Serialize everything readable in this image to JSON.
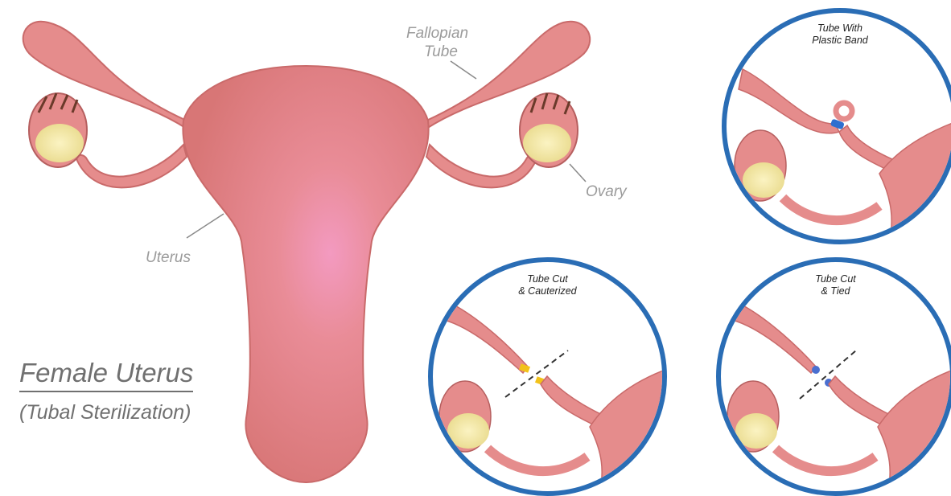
{
  "labels": {
    "fallopian_line1": "Fallopian",
    "fallopian_line2": "Tube",
    "ovary": "Ovary",
    "uterus": "Uterus"
  },
  "title": "Female Uterus",
  "subtitle": "(Tubal Sterilization)",
  "insets": [
    {
      "line1": "Tube With",
      "line2": "Plastic Band"
    },
    {
      "line1": "Tube Cut",
      "line2": "& Cauterized"
    },
    {
      "line1": "Tube Cut",
      "line2": "& Tied"
    }
  ],
  "colors": {
    "tissue": "#e58c8c",
    "tissue_dark": "#c96a6a",
    "ovary": "#f3e7a4",
    "ring": "#2a6db5",
    "band": "#2f6fd0",
    "cautery": "#f2c21a",
    "text": "#9b9b9b"
  }
}
